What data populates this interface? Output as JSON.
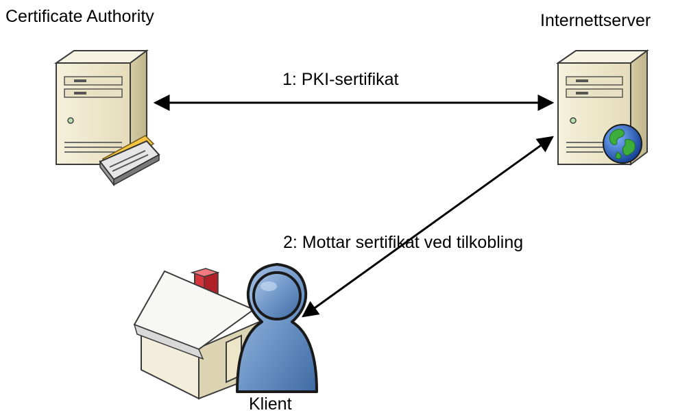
{
  "nodes": {
    "ca": {
      "label": "Certificate Authority",
      "icon": "server-with-certificate-icon"
    },
    "server": {
      "label": "Internettserver",
      "icon": "web-server-icon"
    },
    "client": {
      "label": "Klient",
      "icon": "home-user-icon"
    }
  },
  "edges": {
    "pki": {
      "label": "1: PKI-sertifikat",
      "from": "Certificate Authority",
      "to": "Internettserver",
      "direction": "both"
    },
    "mottar": {
      "label": "2: Mottar sertifikat ved tilkobling",
      "from": "Internettserver",
      "to": "Klient",
      "direction": "both"
    }
  },
  "colors": {
    "server_body": "#efe9cf",
    "server_shade": "#d4cca8",
    "server_outline": "#3a3a3a",
    "globe_blue": "#1f56b8",
    "globe_green": "#3cae3c",
    "user_blue": "#6f97c8",
    "house_wall": "#f3eedb",
    "chimney_red": "#d8343c",
    "arrow": "#000000"
  }
}
